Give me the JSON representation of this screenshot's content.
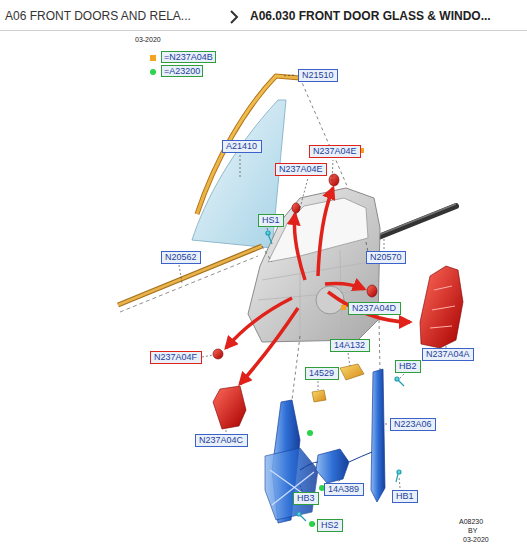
{
  "diagram": {
    "title": "A06.030 FRONT DOOR GLASS & WINDO...",
    "nodes": [
      {
        "text": [
          "N21510"
        ]
      },
      {
        "text": [
          "A21410"
        ]
      },
      {
        "text": [
          "N237A04E"
        ]
      },
      {
        "text": [
          "N237A04E"
        ]
      },
      {
        "text": [
          "HS1"
        ]
      },
      {
        "text": [
          "N20562"
        ]
      },
      {
        "text": [
          "N20570"
        ]
      },
      {
        "text": [
          "N237A04D"
        ]
      },
      {
        "text": [
          "14A132"
        ]
      },
      {
        "text": [
          "N237A04A"
        ]
      },
      {
        "text": [
          "N237A04F"
        ]
      },
      {
        "text": [
          "HB2"
        ]
      },
      {
        "text": [
          "14529"
        ]
      },
      {
        "text": [
          "N223A06"
        ]
      },
      {
        "text": [
          "N237A04C"
        ]
      },
      {
        "text": [
          "14A389"
        ]
      },
      {
        "text": [
          "HB1"
        ]
      },
      {
        "text": [
          "HB3"
        ]
      },
      {
        "text": [
          "HS2"
        ]
      }
    ],
    "labels": [
      "A06 FRONT DOORS AND RELA...",
      "03-2020",
      "A08230",
      "BY",
      "03-2020"
    ],
    "legend": [
      {
        "text": "=N237A04B",
        "color": "#f5a21e"
      },
      {
        "text": "=A23200",
        "color": "#2bd34a"
      }
    ]
  }
}
